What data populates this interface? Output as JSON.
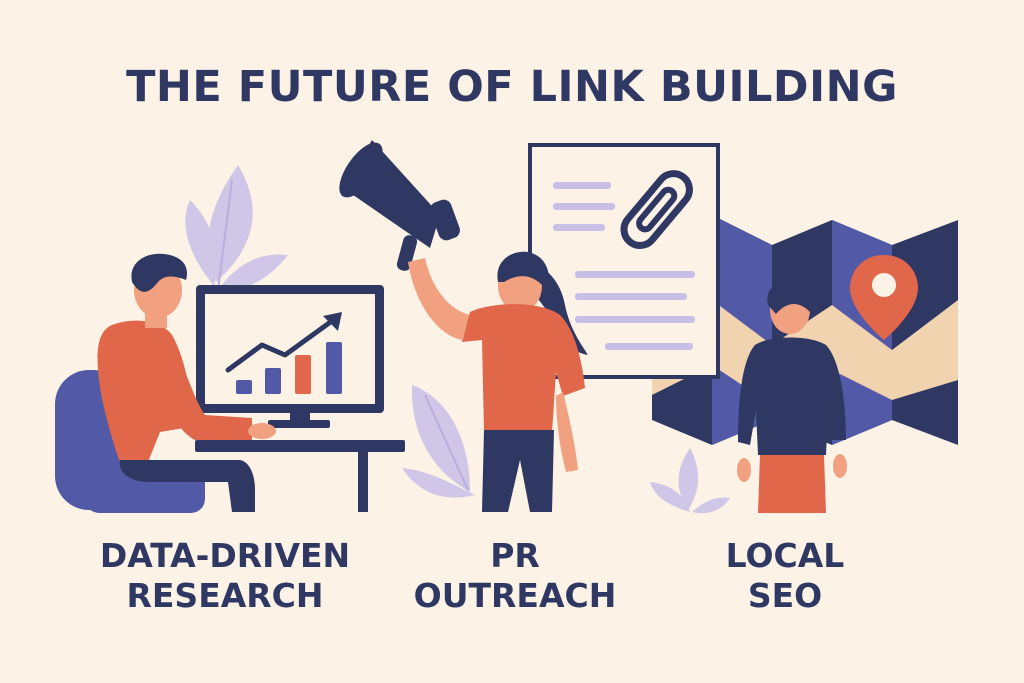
{
  "title": "THE FUTURE OF LINK BUILDING",
  "sections": [
    {
      "id": "research",
      "line1": "DATA-DRIVEN",
      "line2": "RESEARCH"
    },
    {
      "id": "pr",
      "line1": "PR",
      "line2": "OUTREACH"
    },
    {
      "id": "local",
      "line1": "LOCAL",
      "line2": "SEO"
    }
  ],
  "colors": {
    "background": "#fcf3e6",
    "navy": "#2f3763",
    "orange": "#e0674a",
    "lavender": "#cfc6e8",
    "indigo": "#525aa8",
    "peach": "#f2d3b0"
  },
  "icons": [
    "megaphone-icon",
    "paperclip-icon",
    "map-pin-icon",
    "bar-chart-icon",
    "trend-arrow-icon"
  ]
}
